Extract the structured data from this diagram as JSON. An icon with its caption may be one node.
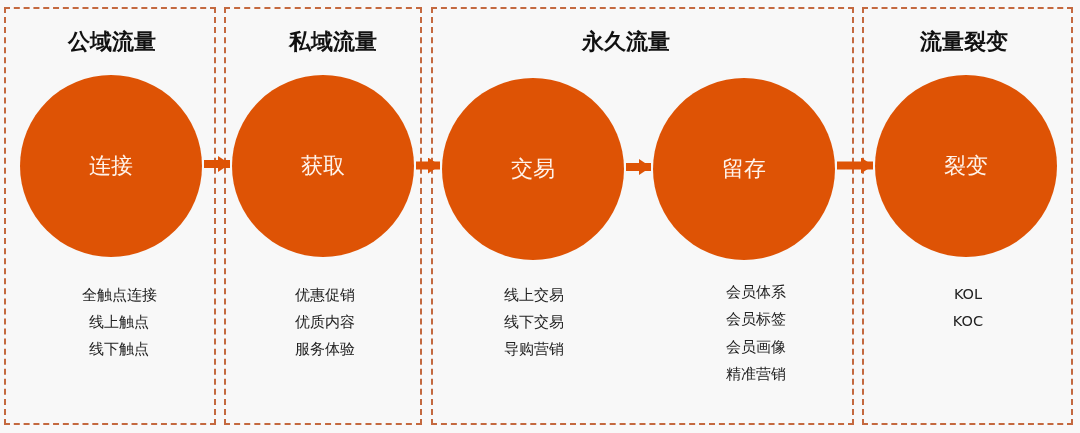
{
  "diagram": {
    "nodes": [
      {
        "text": [
          "公域流量"
        ]
      },
      {
        "text": [
          "连接"
        ],
        "in": 0,
        "beside": [
          "全触点连接",
          "线上触点",
          "线下触点"
        ]
      },
      {
        "text": [
          "私域流量"
        ]
      },
      {
        "text": [
          "获取"
        ],
        "in": 2,
        "beside": [
          "优惠促销",
          "优质内容",
          "服务体验"
        ]
      },
      {
        "text": [
          "永久流量"
        ]
      },
      {
        "text": [
          "交易"
        ],
        "in": 4,
        "beside": [
          "线上交易",
          "线下交易",
          "导购营销"
        ]
      },
      {
        "text": [
          "留存"
        ],
        "in": 4,
        "beside": [
          "会员体系",
          "会员标签",
          "会员画像",
          "精准营销"
        ]
      },
      {
        "text": [
          "流量裂变"
        ]
      },
      {
        "text": [
          "裂变"
        ],
        "in": 7,
        "beside": [
          "KOL",
          "KOC"
        ]
      }
    ],
    "edges": [
      {
        "from": 1,
        "to": 3,
        "arrow": "to"
      },
      {
        "from": 3,
        "to": 5,
        "arrow": "to"
      },
      {
        "from": 5,
        "to": 6,
        "arrow": "to"
      },
      {
        "from": 6,
        "to": 8,
        "arrow": "to"
      }
    ]
  }
}
